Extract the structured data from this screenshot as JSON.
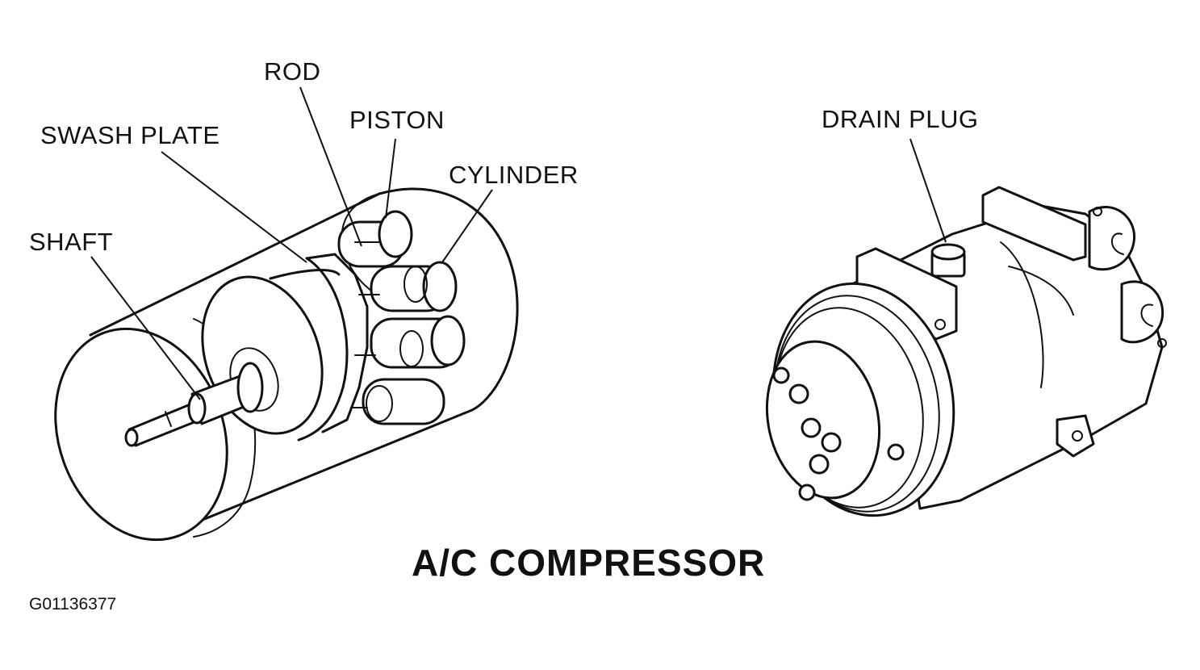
{
  "labels": {
    "rod": "ROD",
    "piston": "PISTON",
    "swash_plate": "SWASH PLATE",
    "cylinder": "CYLINDER",
    "shaft": "SHAFT",
    "drain_plug": "DRAIN PLUG"
  },
  "title": "A/C COMPRESSOR",
  "figure_id": "G01136377"
}
